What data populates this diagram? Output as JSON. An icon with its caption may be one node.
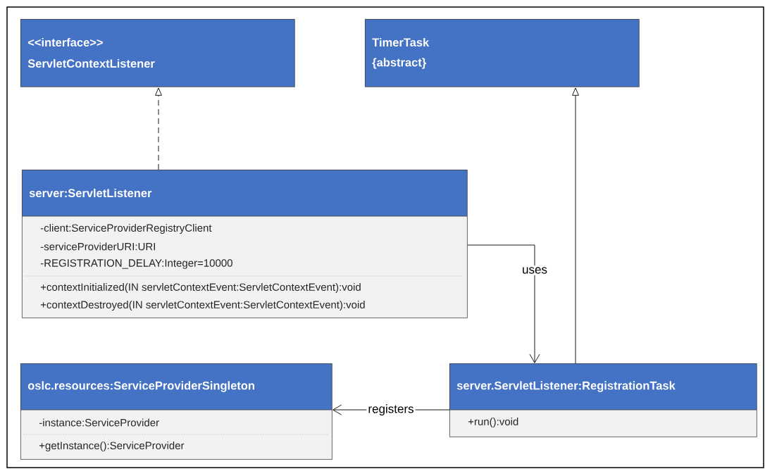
{
  "diagram": {
    "nodes": [
      {
        "text": [
          "<<interface>>",
          "ServletContextListener"
        ]
      },
      {
        "text": [
          "TimerTask",
          "{abstract}"
        ]
      },
      {
        "text": [
          "server:ServletListener",
          "-client:ServiceProviderRegistryClient",
          "-serviceProviderURI:URI",
          "-REGISTRATION_DELAY:Integer=10000",
          "+contextInitialized(IN servletContextEvent:ServletContextEvent):void",
          "+contextDestroyed(IN servletContextEvent:ServletContextEvent):void"
        ]
      },
      {
        "text": [
          "oslc.resources:ServiceProviderSingleton",
          "-instance:ServiceProvider",
          "+getInstance():ServiceProvider"
        ]
      },
      {
        "text": [
          "server.ServletListener:RegistrationTask",
          "+run():void"
        ]
      }
    ],
    "edges": [
      {
        "from": 2,
        "to": 0,
        "arrow": "to",
        "style": "dashed"
      },
      {
        "from": 4,
        "to": 1,
        "arrow": "to"
      },
      {
        "from": 2,
        "to": 4,
        "arrow": "to",
        "label": "uses"
      },
      {
        "from": 4,
        "to": 3,
        "arrow": "to",
        "label": "registers"
      }
    ]
  }
}
